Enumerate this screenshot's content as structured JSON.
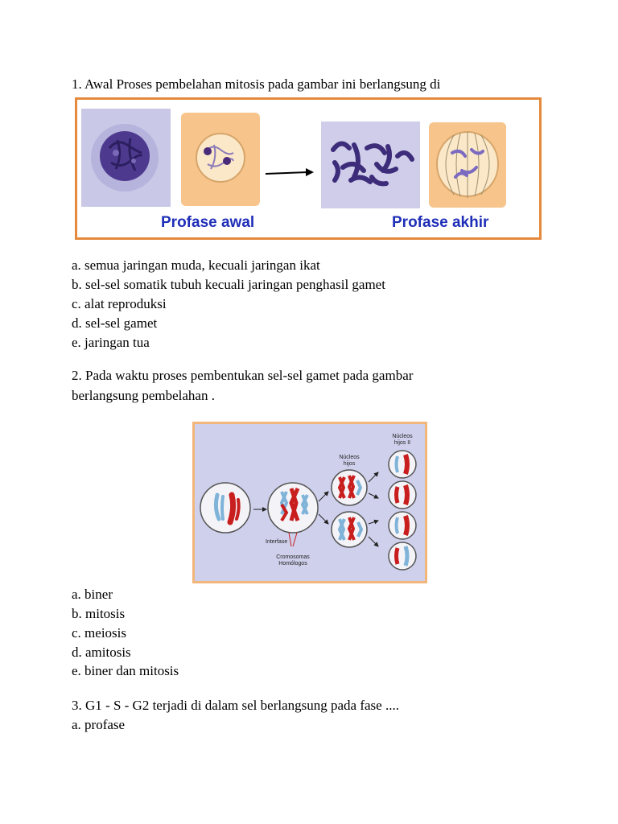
{
  "q1": {
    "question": "1. Awal Proses pembelahan mitosis pada gambar ini berlangsung di",
    "figure": {
      "label_left": "Profase awal",
      "label_right": "Profase akhir"
    },
    "options": [
      "a. semua jaringan muda, kecuali jaringan ikat",
      "b. sel-sel somatik tubuh kecuali jaringan penghasil gamet",
      "c. alat reproduksi",
      "d. sel-sel gamet",
      "e. jaringan tua"
    ]
  },
  "q2": {
    "question_line1": "2. Pada waktu proses pembentukan sel-sel gamet pada gambar",
    "question_line2": "berlangsung pembelahan .",
    "figure": {
      "label_nucleos_hijos": [
        "Núcleos",
        "hijos"
      ],
      "label_nucleos_hijos_ii": [
        "Núcleos",
        "hijos II"
      ],
      "label_interfase": "Interfase",
      "label_cromosomas": [
        "Cromosomas",
        "Homólogos"
      ]
    },
    "options": [
      "a. biner",
      "b. mitosis",
      "c. meiosis",
      "d. amitosis",
      "e. biner dan mitosis"
    ]
  },
  "q3": {
    "question": "3. G1 - S - G2 terjadi di dalam sel berlangsung pada fase ....",
    "options": [
      "a. profase"
    ]
  },
  "colors": {
    "frame_orange": "#e58a3c",
    "label_blue": "#1f2fb8",
    "chromosome_red": "#c81e1e",
    "diagram_bg": "#cfd0ec"
  }
}
